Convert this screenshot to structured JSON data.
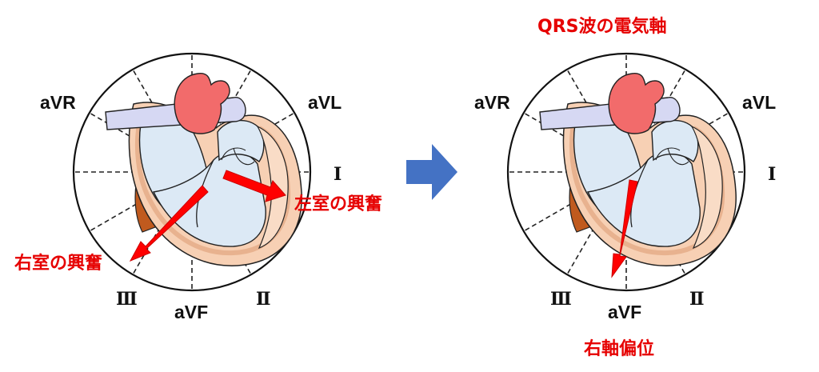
{
  "colors": {
    "arrow_red": "#ff0000",
    "label_red": "#e60000",
    "transition_arrow": "#4472c4",
    "heart_outline": "#e8b28f",
    "chamber_fill": "#dce9f5",
    "aorta": "#f26b6b",
    "vessel": "#d6d8f3",
    "outer_dark": "#c05a1e"
  },
  "left_panel": {
    "leads": {
      "avr": "aVR",
      "avl": "aVL",
      "i": "Ⅰ",
      "ii": "Ⅱ",
      "iii": "Ⅲ",
      "avf": "aVF"
    },
    "arrow_labels": {
      "left_ventricle": "左室の興奮",
      "right_ventricle": "右室の興奮"
    }
  },
  "right_panel": {
    "title": "QRS波の電気軸",
    "leads": {
      "avr": "aVR",
      "avl": "aVL",
      "i": "Ⅰ",
      "ii": "Ⅱ",
      "iii": "Ⅲ",
      "avf": "aVF"
    },
    "caption": "右軸偏位"
  }
}
